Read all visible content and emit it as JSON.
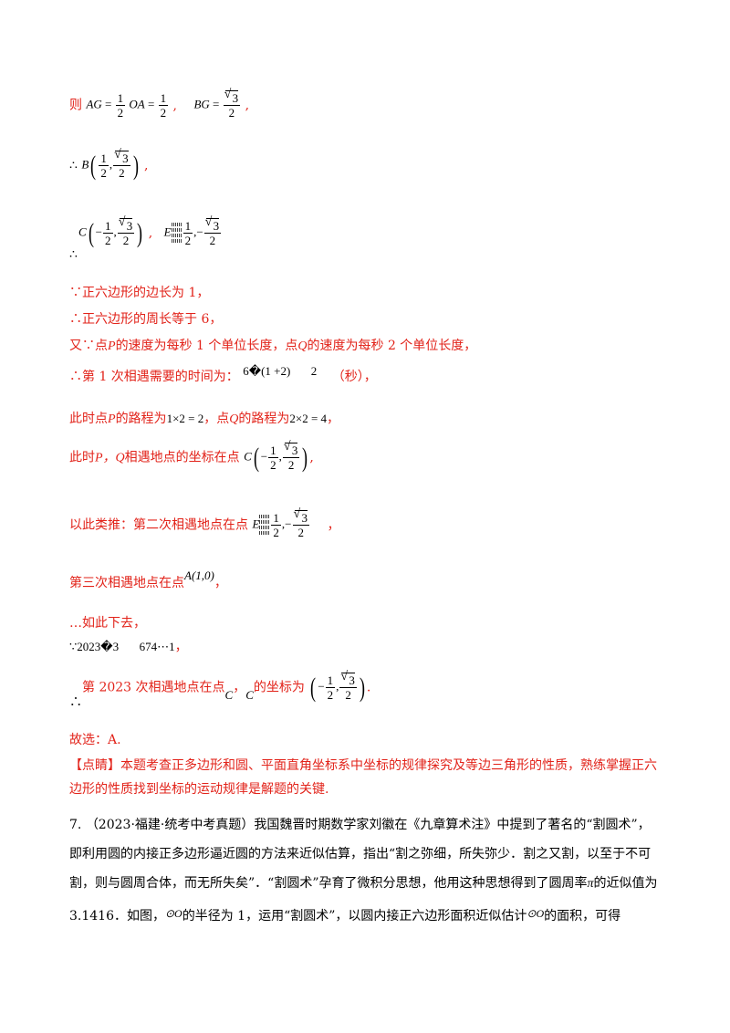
{
  "colors": {
    "accent": "#e2231a",
    "text": "#000000"
  },
  "lines": {
    "l1_prefix": "则",
    "l1_ag": "AG",
    "l1_eq1": "=",
    "l1_oa": "OA",
    "l1_eq2": "=",
    "l1_bg": "BG",
    "l1_eq3": "=",
    "l2_therefore": "∴",
    "l2_b": "B",
    "l3_therefore": "∴",
    "l3_c": "C",
    "l3_e": "E",
    "l4": "∵正六边形的边长为 1，",
    "l5": "∴正六边形的周长等于 6，",
    "l6_a": "又∵点",
    "l6_p": "P",
    "l6_b": "的速度为每秒 1 个单位长度，点",
    "l6_q": "Q",
    "l6_c": "的速度为每秒 2 个单位长度，",
    "l7_a": "∴第 1 次相遇需要的时间为：",
    "l7_math": "6�(1 +2)",
    "l7_2": "2",
    "l7_unit": "（秒），",
    "l8_a": "此时点",
    "l8_p": "P",
    "l8_b": "的路程为",
    "l8_m1": "1×2 = 2",
    "l8_c": "，点",
    "l8_q": "Q",
    "l8_d": "的路程为",
    "l8_m2": "2×2 = 4",
    "l8_end": "，",
    "l9_a": "此时",
    "l9_pq": "P，Q",
    "l9_b": "相遇地点的坐标在点",
    "l9_c": "C",
    "l10_a": "以此类推：第二次相遇地点在点",
    "l10_e": "E",
    "l10_end": "，",
    "l11_a": "第三次相遇地点在点",
    "l11_pt": "A(1,0)",
    "l11_end": "，",
    "l12": "…如此下去，",
    "l13_a": "∵2023�3",
    "l13_b": "674⋯1",
    "l13_end": "，",
    "l14_therefore": "∴",
    "l14_a": "第 2023 次相遇地点在点",
    "l14_c1": "C",
    "l14_sep": "，",
    "l14_c2": "C",
    "l14_b": "的坐标为",
    "l14_end": ".",
    "l15": "故选：A.",
    "l16_tag": "【点睛】",
    "l16_text": "本题考查正多边形和圆、平面直角坐标系中坐标的规律探究及等边三角形的性质，熟练掌握正六边形的性质找到坐标的运动规律是解题的关键."
  },
  "fracs": {
    "half_num": "1",
    "half_den": "2",
    "sqrt3": "3",
    "two": "2",
    "neg": "−",
    "comma": ","
  },
  "problem7": {
    "number": "7.",
    "source": "（2023·福建·统考中考真题）",
    "text1": "我国魏晋时期数学家刘徽在《九章算术注》中提到了著名的“割圆术”，即利用圆的内接正多边形逼近圆的方法来近似估算，指出“割之弥细，所失弥少．割之又割，以至于不可割，则与圆周合体，而无所失矣”．“割圆术”孕育了微积分思想，他用这种思想得到了圆周率",
    "pi": "π",
    "text2": "的近似值为 3.1416．如图，",
    "circle_o": "⊙O",
    "text3": "的半径为 1，运用“割圆术”，以圆内接正六边形面积近似估计",
    "circle_o2": "⊙O",
    "text4": "的面积，可得"
  }
}
